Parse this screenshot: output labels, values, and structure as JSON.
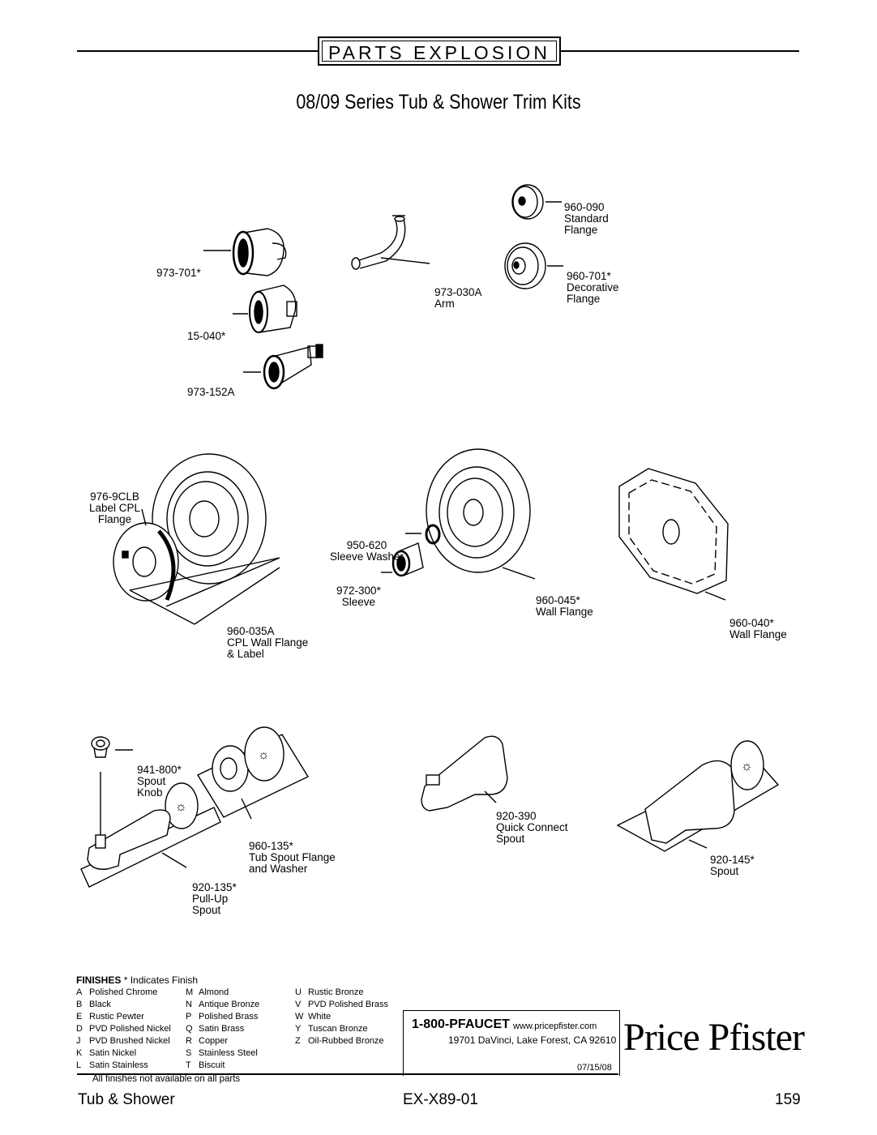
{
  "header": {
    "section_title": "PARTS EXPLOSION",
    "title": "08/09 Series Tub & Shower Trim Kits"
  },
  "parts": [
    {
      "id": "p960-090",
      "code": "960-090",
      "desc": "Standard\nFlange"
    },
    {
      "id": "p973-701",
      "code": "973-701*",
      "desc": ""
    },
    {
      "id": "p973-030a",
      "code": "973-030A",
      "desc": "Arm"
    },
    {
      "id": "p960-701",
      "code": "960-701*",
      "desc": "Decorative\nFlange"
    },
    {
      "id": "p15-040",
      "code": "15-040*",
      "desc": ""
    },
    {
      "id": "p973-152a",
      "code": "973-152A",
      "desc": ""
    },
    {
      "id": "p976-9clb",
      "code": "976-9CLB",
      "desc": "Label CPL\nFlange"
    },
    {
      "id": "p950-620",
      "code": "950-620",
      "desc": "Sleeve Washer"
    },
    {
      "id": "p972-300",
      "code": "972-300*",
      "desc": "Sleeve"
    },
    {
      "id": "p960-045",
      "code": "960-045*",
      "desc": "Wall Flange"
    },
    {
      "id": "p960-035a",
      "code": "960-035A",
      "desc": "CPL Wall Flange\n& Label"
    },
    {
      "id": "p960-040",
      "code": "960-040*",
      "desc": "Wall Flange"
    },
    {
      "id": "p941-800",
      "code": "941-800*",
      "desc": "Spout\nKnob"
    },
    {
      "id": "p960-135",
      "code": "960-135*",
      "desc": "Tub Spout Flange\nand Washer"
    },
    {
      "id": "p920-390",
      "code": "920-390",
      "desc": "Quick Connect\nSpout"
    },
    {
      "id": "p920-135",
      "code": "920-135*",
      "desc": "Pull-Up\nSpout"
    },
    {
      "id": "p920-145",
      "code": "920-145*",
      "desc": "Spout"
    }
  ],
  "finishes": {
    "heading": "FINISHES",
    "heading_note": "* Indicates Finish",
    "columns": [
      [
        {
          "code": "A",
          "name": "Polished Chrome"
        },
        {
          "code": "B",
          "name": "Black"
        },
        {
          "code": "E",
          "name": "Rustic Pewter"
        },
        {
          "code": "D",
          "name": "PVD Polished Nickel"
        },
        {
          "code": "J",
          "name": "PVD Brushed Nickel"
        },
        {
          "code": "K",
          "name": "Satin Nickel"
        },
        {
          "code": "L",
          "name": "Satin Stainless"
        }
      ],
      [
        {
          "code": "M",
          "name": "Almond"
        },
        {
          "code": "N",
          "name": "Antique Bronze"
        },
        {
          "code": "P",
          "name": "Polished Brass"
        },
        {
          "code": "Q",
          "name": "Satin Brass"
        },
        {
          "code": "R",
          "name": "Copper"
        },
        {
          "code": "S",
          "name": "Stainless Steel"
        },
        {
          "code": "T",
          "name": "Biscuit"
        }
      ],
      [
        {
          "code": "U",
          "name": "Rustic Bronze"
        },
        {
          "code": "V",
          "name": "PVD Polished Brass"
        },
        {
          "code": "W",
          "name": "White"
        },
        {
          "code": "Y",
          "name": "Tuscan Bronze"
        },
        {
          "code": "Z",
          "name": "Oil-Rubbed Bronze"
        }
      ]
    ],
    "note": "All finishes not available on all parts"
  },
  "contact": {
    "phone": "1-800-PFAUCET",
    "website": "www.pricepfister.com",
    "address": "19701 DaVinci, Lake Forest, CA 92610",
    "date": "07/15/08"
  },
  "brand": {
    "logo": "Price Pfister"
  },
  "footer": {
    "left": "Tub & Shower",
    "center": "EX-X89-01",
    "right": "159"
  }
}
